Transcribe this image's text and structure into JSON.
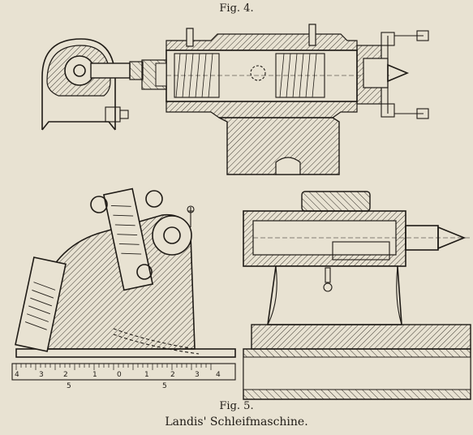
{
  "figure": {
    "caption_top": "Fig. 4.",
    "caption_bottom": "Fig. 5.",
    "subtitle": "Landis' Schleifmaschine."
  },
  "scale": {
    "upper_numbers": [
      "4",
      "3",
      "2",
      "1",
      "0",
      "1",
      "2",
      "3",
      "4"
    ],
    "lower_numbers": [
      "5",
      "5"
    ]
  }
}
